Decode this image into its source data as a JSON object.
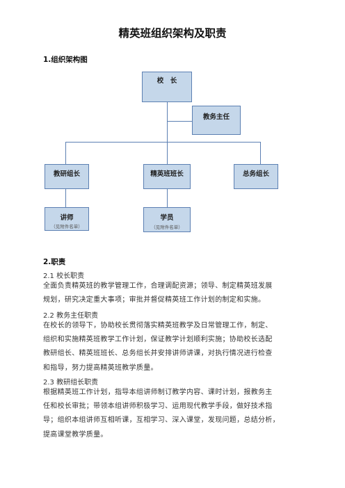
{
  "title": "精英班组织架构及职责",
  "section1": {
    "heading": "1.组织架构图"
  },
  "org_chart": {
    "principal": "校　长",
    "academic_director": "教务主任",
    "research_leader": "教研组长",
    "class_leader": "精英班班长",
    "general_leader": "总务组长",
    "lecturer": {
      "label": "讲师",
      "note": "（见附件名单）"
    },
    "student": {
      "label": "学员",
      "note": "（见附件名单）"
    }
  },
  "section2": {
    "heading": "2.职责",
    "items": [
      {
        "title": "2.1 校长职责",
        "lines": [
          "全面负责精英班的教学管理工作，合理调配资源；领导、制定精英班发展",
          "规划，研究决定重大事项；审批并督促精英班工作计划的制定和实施。"
        ]
      },
      {
        "title": "2.2 教务主任职责",
        "lines": [
          "在校长的领导下，协助校长贯彻落实精英班教学及日常管理工作，制定、",
          "组织和实施精英班教学工作计划，保证教学计划顺利实施；协助校长选配",
          "教研组长、精英班班长、总务组长并安排讲师讲课，对执行情况进行检查",
          "和指导，努力提高精英班教学质量。"
        ]
      },
      {
        "title": "2.3 教研组长职责",
        "lines": [
          "根据精英班工作计划，指导本组讲师制订教学内容、课时计划，报教务主",
          "任和校长审批；带领本组讲师积极学习、运用现代教学手段，做好技术指",
          "导；组织本组讲师互相听课，互相学习、深入课堂，发现问题，总结分析，",
          "提高课堂教学质量。"
        ]
      }
    ]
  }
}
